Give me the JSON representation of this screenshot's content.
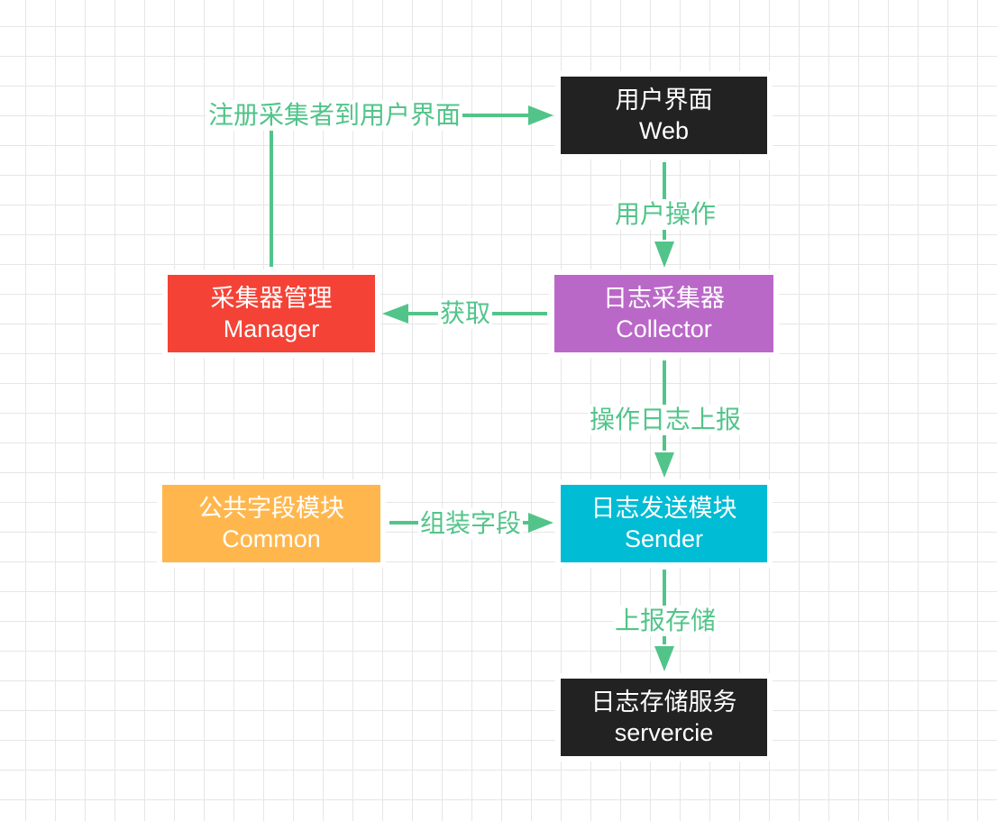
{
  "colors": {
    "edge": "#52c48a",
    "web": "#222222",
    "manager": "#f44336",
    "collector": "#ba68c8",
    "common": "#ffb74d",
    "sender": "#00bcd4",
    "storage": "#222222"
  },
  "nodes": {
    "web": {
      "title": "用户界面",
      "subtitle": "Web"
    },
    "manager": {
      "title": "采集器管理",
      "subtitle": "Manager"
    },
    "collector": {
      "title": "日志采集器",
      "subtitle": "Collector"
    },
    "common": {
      "title": "公共字段模块",
      "subtitle": "Common"
    },
    "sender": {
      "title": "日志发送模块",
      "subtitle": "Sender"
    },
    "storage": {
      "title": "日志存储服务",
      "subtitle": "servercie"
    }
  },
  "edges": {
    "register": "注册采集者到用户界面",
    "user_op": "用户操作",
    "fetch": "获取",
    "report": "操作日志上报",
    "assemble": "组装字段",
    "store": "上报存储"
  }
}
